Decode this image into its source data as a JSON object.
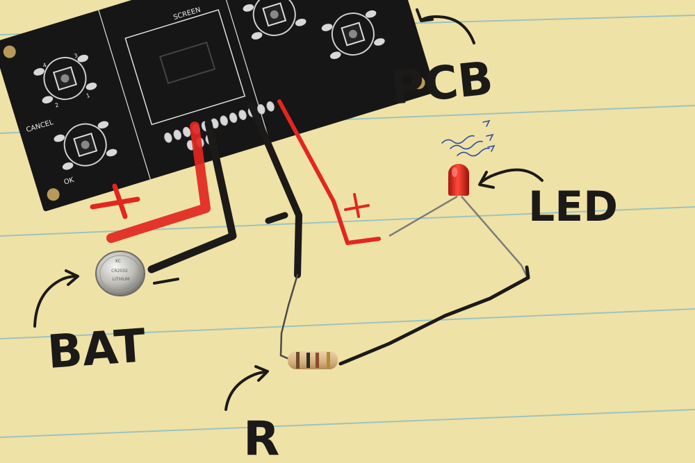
{
  "labels": {
    "pcb": "PCB",
    "led": "LED",
    "bat": "BAT",
    "resistor": "R",
    "plus_left": "+",
    "plus_right": "+",
    "minus_mid": "-",
    "minus_bat": "="
  },
  "pcb_silkscreen": {
    "cancel": "CANCEL",
    "ok": "OK",
    "screen": "SCREEN",
    "pin_1": "1",
    "pin_2": "2",
    "pin_3": "3",
    "pin_4": "4"
  },
  "battery_text": {
    "line1": "KC",
    "line2": "CR2032",
    "line3": "LITHIUM"
  },
  "colors": {
    "paper": "#efe2a6",
    "rule_line": "#9cc3c0",
    "pcb": "#161616",
    "marker_red": "#e3261f",
    "marker_black": "#1b1a18",
    "led": "#e2231a",
    "blue_pen": "#2c4fa0"
  }
}
